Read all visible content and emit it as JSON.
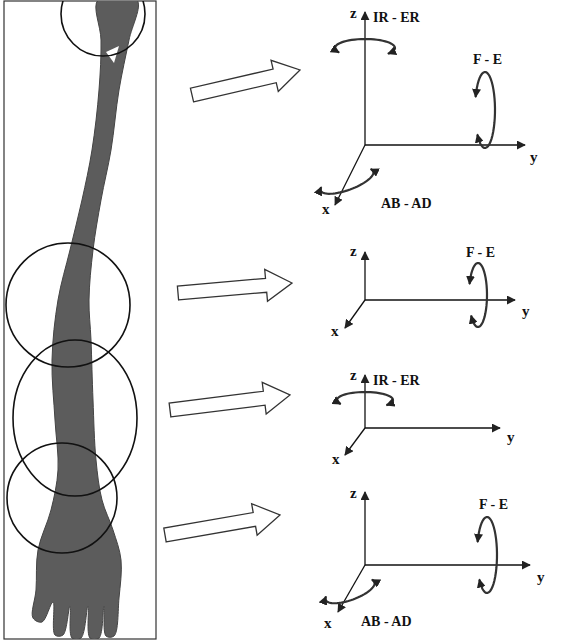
{
  "diagram": {
    "labels": [
      "z",
      "IR - ER",
      "F - E",
      "y",
      "x",
      "AB - AD",
      "z",
      "F - E",
      "y",
      "x",
      "z",
      "IR - ER",
      "y",
      "x",
      "z",
      "F - E",
      "y",
      "x",
      "AB - AD"
    ]
  }
}
